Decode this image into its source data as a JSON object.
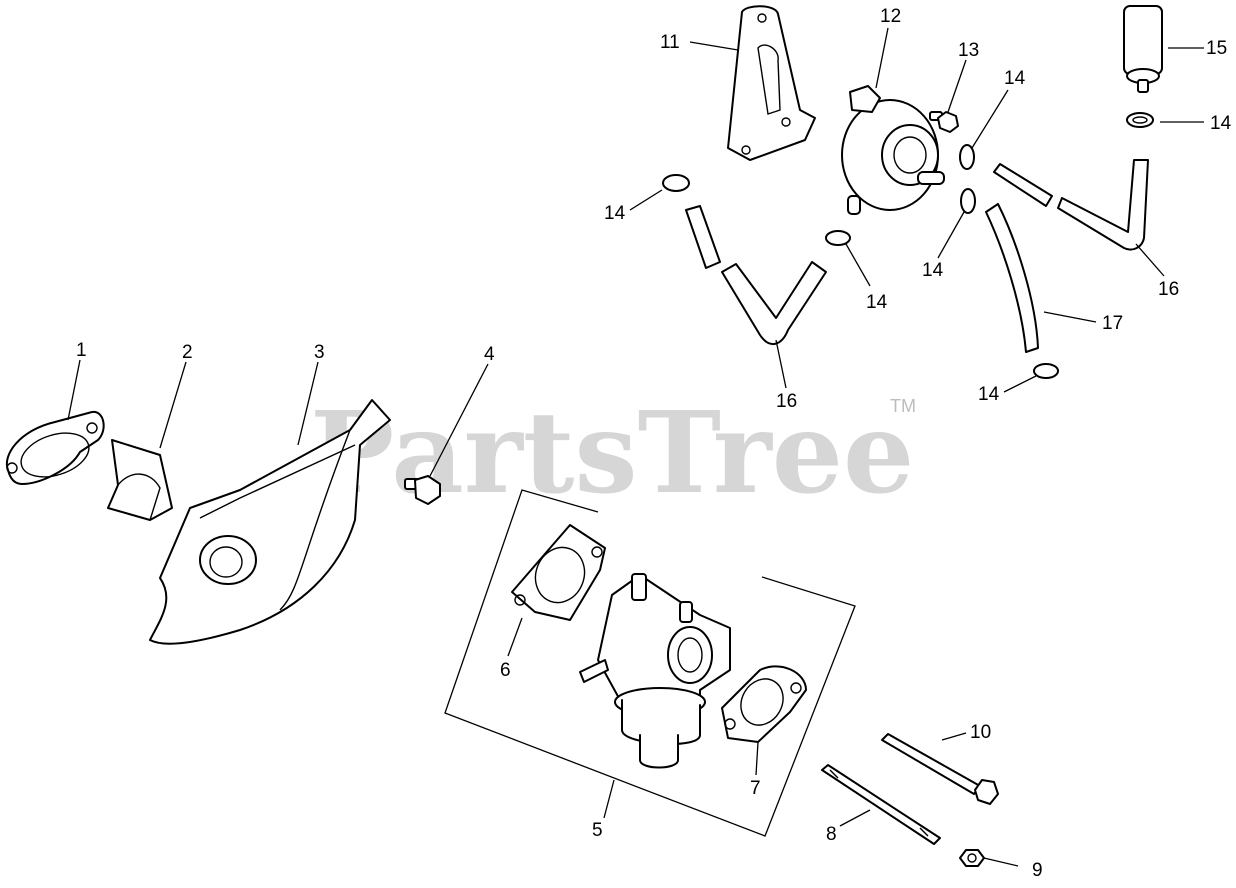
{
  "watermark": {
    "brand": "PartsTree",
    "trademark": "TM"
  },
  "callouts": {
    "c1": "1",
    "c2": "2",
    "c3": "3",
    "c4": "4",
    "c5": "5",
    "c6": "6",
    "c7": "7",
    "c8": "8",
    "c9": "9",
    "c10": "10",
    "c11": "11",
    "c12": "12",
    "c13": "13",
    "c14": "14",
    "c15": "15",
    "c16": "16",
    "c17": "17"
  }
}
